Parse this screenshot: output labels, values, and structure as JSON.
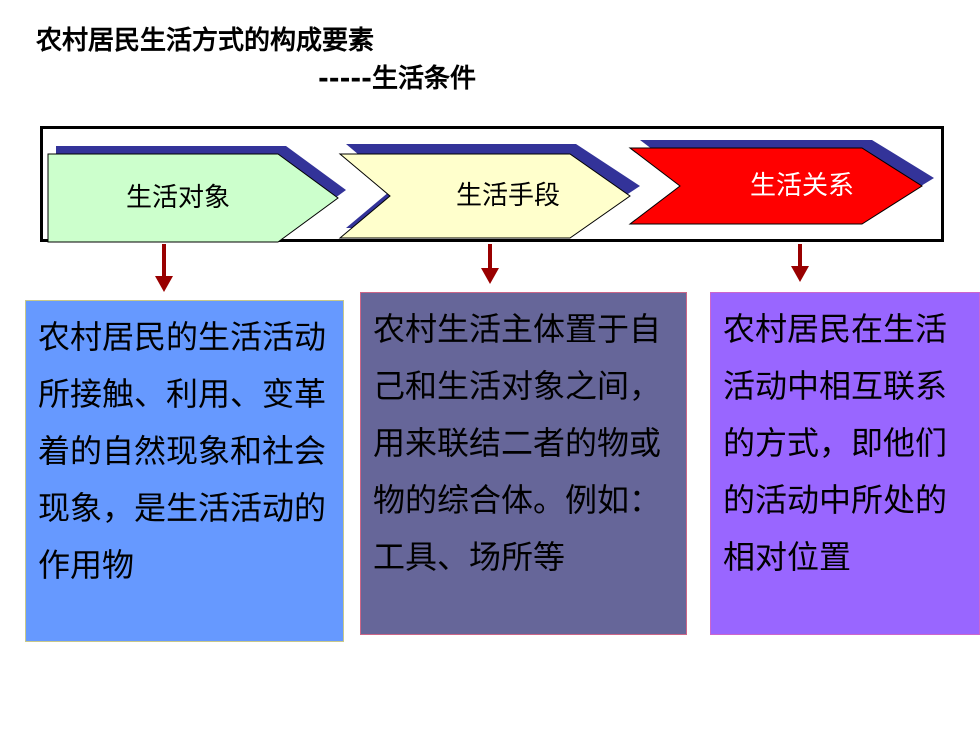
{
  "title": "农村居民生活方式的构成要素",
  "subtitle": "-----生活条件",
  "steps": [
    {
      "label": "生活对象",
      "fill": "#ccffcc",
      "text_color": "#000000"
    },
    {
      "label": "生活手段",
      "fill": "#ffffcc",
      "text_color": "#000000"
    },
    {
      "label": "生活关系",
      "fill": "#ff0000",
      "text_color": "#ffffff"
    }
  ],
  "boxes": [
    {
      "text": "农村居民的生活活动所接触、利用、变革着的自然现象和社会现象，是生活活动的作用物",
      "fill": "#6699ff"
    },
    {
      "text": "农村生活主体置于自己和生活对象之间，用来联结二者的物或物的综合体。例如：工具、场所等",
      "fill": "#666699"
    },
    {
      "text": "农村居民在生活活动中相互联系的方式，即他们的活动中所处的相对位置",
      "fill": "#9966ff"
    }
  ],
  "colors": {
    "shadow": "#333399",
    "arrow": "#990000"
  }
}
